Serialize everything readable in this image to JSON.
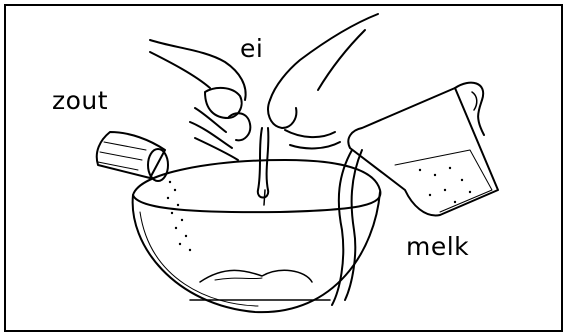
{
  "labels": {
    "egg": "ei",
    "salt": "zout",
    "milk": "melk"
  },
  "colors": {
    "ink": "#000000",
    "paper": "#ffffff"
  }
}
